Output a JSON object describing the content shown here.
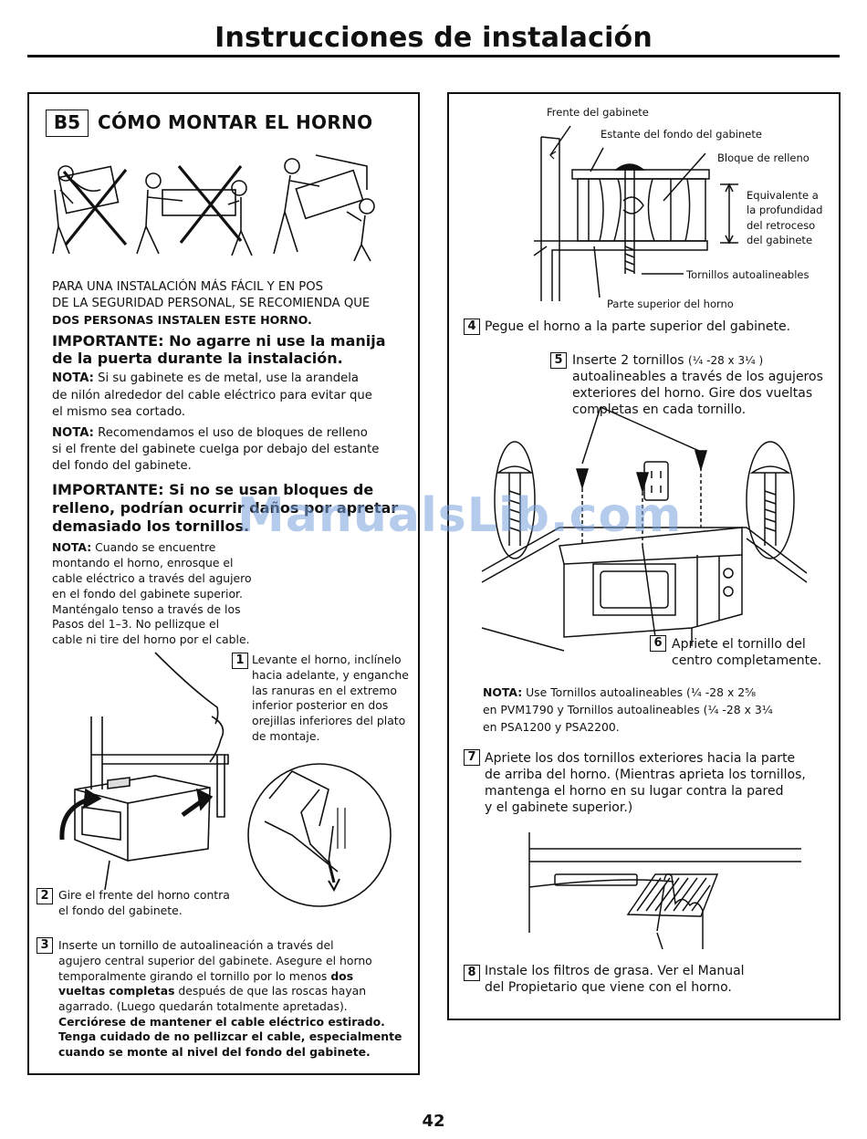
{
  "header": {
    "title": "Instrucciones de instalación"
  },
  "left": {
    "section_tag": "B5",
    "section_title": "CÓMO MONTAR EL HORNO",
    "intro_line1": "PARA UNA INSTALACIÓN MÁS FÁCIL Y EN POS",
    "intro_line2": "DE LA SEGURIDAD PERSONAL, SE RECOMIENDA QUE",
    "intro_line3": "DOS PERSONAS INSTALEN ESTE HORNO.",
    "important1_line1": "IMPORTANTE: No agarre ni use la manija",
    "important1_line2": "de la puerta durante la instalación.",
    "note1_label": "NOTA:",
    "note1_line1": " Si su gabinete es de metal, use la arandela",
    "note1_line2": "de nilón alrededor del cable eléctrico para evitar que",
    "note1_line3": "el mismo sea cortado.",
    "note2_label": "NOTA:",
    "note2_line1": " Recomendamos el uso de bloques de relleno",
    "note2_line2": "si el frente del gabinete cuelga por debajo del estante",
    "note2_line3": "del fondo del gabinete.",
    "important2_line1": "IMPORTANTE: Si no se usan bloques de",
    "important2_line2": "relleno, podrían ocurrir daños por apretar",
    "important2_line3": "demasiado los tornillos.",
    "note3_label": "NOTA:",
    "note3_line1": " Cuando se encuentre",
    "note3_line2": "montando el horno, enrosque el",
    "note3_line3": "cable eléctrico a través del agujero",
    "note3_line4": "en el fondo del gabinete superior.",
    "note3_line5": "Manténgalo tenso a través de los",
    "note3_line6": "Pasos del 1–3. No pellizque el",
    "note3_line7": "cable ni tire del horno por el cable.",
    "step1_num": "1",
    "step1_line1": "Levante el horno, inclínelo",
    "step1_line2": "hacia adelante, y enganche",
    "step1_line3": "las ranuras en el extremo",
    "step1_line4": "inferior posterior en dos",
    "step1_line5": "orejillas inferiores del plato",
    "step1_line6": "de montaje.",
    "step2_num": "2",
    "step2_line1": "Gire el frente del horno contra",
    "step2_line2": "el fondo del gabinete.",
    "step3_num": "3",
    "step3_line1": "Inserte un tornillo de autoalineación a través del",
    "step3_line2": "agujero central superior del gabinete. Asegure el horno",
    "step3_line3a": "temporalmente girando el tornillo por lo menos ",
    "step3_line3b": "dos",
    "step3_line4a": "vueltas completas",
    "step3_line4b": " después de que las roscas hayan",
    "step3_line5": "agarrado. (Luego quedarán totalmente apretadas).",
    "step3_line6": "Cerciórese de mantener el cable eléctrico estirado.",
    "step3_line7": "Tenga cuidado de no pellizcar el cable, especialmente",
    "step3_line8": "cuando se monte al nivel del fondo del gabinete."
  },
  "right": {
    "lbl_frente": "Frente del gabinete",
    "lbl_estante": "Estante del fondo del gabinete",
    "lbl_bloque": "Bloque de relleno",
    "lbl_equiv1": "Equivalente a",
    "lbl_equiv2": "la profundidad",
    "lbl_equiv3": "del retroceso",
    "lbl_equiv4": "del gabinete",
    "lbl_tornillos": "Tornillos autoalineables",
    "lbl_parte": "Parte superior del horno",
    "step4_num": "4",
    "step4_text": "Pegue el horno a la parte superior del gabinete.",
    "step5_num": "5",
    "step5_line1a": "Inserte 2 tornillos ",
    "step5_line1b": "(¹⁄₄  -28 x 3¹⁄₄  )",
    "step5_line2": "autoalineables a través de los agujeros",
    "step5_line3": "exteriores del horno. Gire dos vueltas",
    "step5_line4": "completas en cada tornillo.",
    "step6_num": "6",
    "step6_line1": "Apriete el tornillo del",
    "step6_line2": "centro completamente.",
    "note_label": "NOTA:",
    "note_line1": " Use Tornillos autoalineables (¹⁄₄  -28 x 2⁵⁄₈",
    "note_line2": "en PVM1790 y Tornillos autoalineables (¹⁄₄  -28 x 3¹⁄₄",
    "note_line3": "en PSA1200 y PSA2200.",
    "step7_num": "7",
    "step7_line1": "Apriete los dos tornillos exteriores hacia la parte",
    "step7_line2": "de arriba del horno. (Mientras aprieta los tornillos,",
    "step7_line3": "mantenga el horno en su lugar contra la pared",
    "step7_line4": "y el gabinete superior.)",
    "step8_num": "8",
    "step8_line1": "Instale los filtros de grasa. Ver el Manual",
    "step8_line2": "del Propietario que viene con el horno."
  },
  "watermark": "ManualsLib.com",
  "page_number": "42"
}
